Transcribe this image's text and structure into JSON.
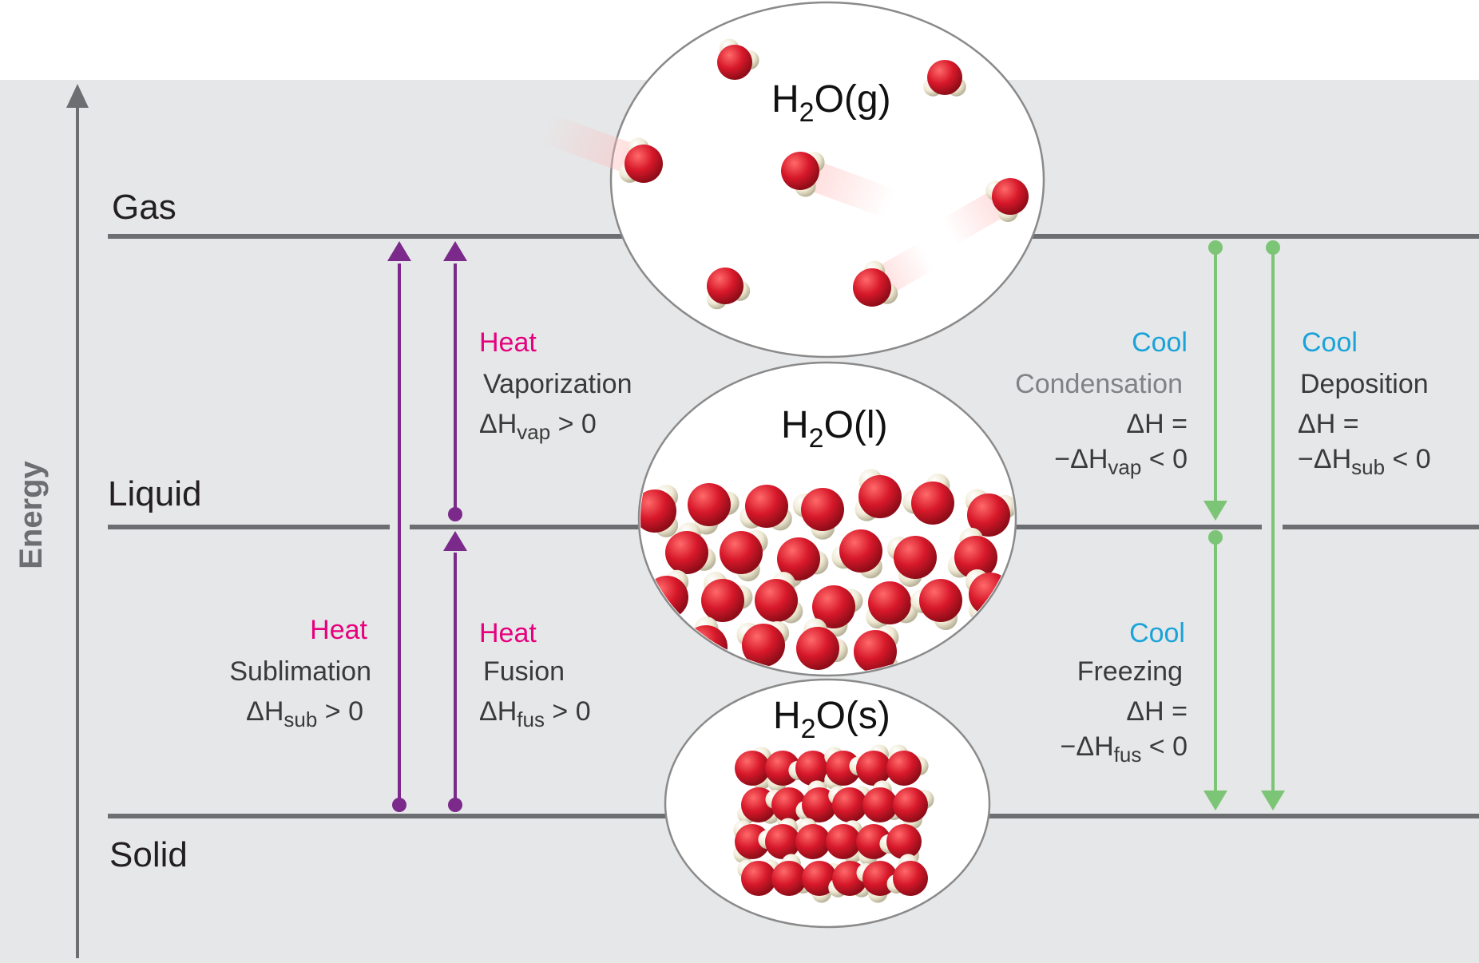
{
  "axis": {
    "label": "Energy"
  },
  "levels": {
    "gas": "Gas",
    "liquid": "Liquid",
    "solid": "Solid"
  },
  "phases": {
    "gas": {
      "prefix": "H",
      "sub": "2",
      "suffix": "O(g)"
    },
    "liquid": {
      "prefix": "H",
      "sub": "2",
      "suffix": "O(l)"
    },
    "solid": {
      "prefix": "H",
      "sub": "2",
      "suffix": "O(s)"
    }
  },
  "processes": {
    "sublimation": {
      "action": "Heat",
      "name": "Sublimation",
      "line1": {
        "pre": "ΔH",
        "sub": "sub",
        "post": " > 0"
      }
    },
    "vaporization": {
      "action": "Heat",
      "name": "Vaporization",
      "line1": {
        "pre": "ΔH",
        "sub": "vap",
        "post": " > 0"
      }
    },
    "fusion": {
      "action": "Heat",
      "name": "Fusion",
      "line1": {
        "pre": "ΔH",
        "sub": "fus",
        "post": " > 0"
      }
    },
    "condensation": {
      "action": "Cool",
      "name": "Condensation",
      "line1": "ΔH =",
      "line2": {
        "pre": "−ΔH",
        "sub": "vap",
        "post": " < 0"
      }
    },
    "freezing": {
      "action": "Cool",
      "name": "Freezing",
      "line1": "ΔH =",
      "line2": {
        "pre": "−ΔH",
        "sub": "fus",
        "post": " < 0"
      }
    },
    "deposition": {
      "action": "Cool",
      "name": "Deposition",
      "line1": "ΔH =",
      "line2": {
        "pre": "−ΔH",
        "sub": "sub",
        "post": " < 0"
      }
    }
  },
  "colors": {
    "background_panel": "#e6e7e8",
    "level_line": "#6d6e71",
    "heat_text": "#e6007e",
    "heat_arrow": "#7b2a8c",
    "cool_text": "#1aa3d9",
    "cool_arrow": "#7cc576",
    "oxygen": "#d7182a",
    "hydrogen": "#efe9d3"
  }
}
